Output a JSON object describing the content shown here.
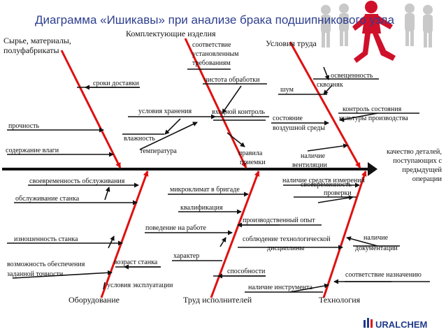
{
  "title": "Диаграмма «Ишикавы» при анализе брака подшипникового узла",
  "effect": [
    "качество деталей,",
    "поступающих с",
    "предыдущей",
    "операции"
  ],
  "categories": {
    "materials": [
      "Сырье, материалы,",
      "полуфабрикаты"
    ],
    "components": "Комплектующие изделия",
    "conditions": "Условия труда",
    "equipment": "Оборудование",
    "labor": "Труд исполнителей",
    "technology": "Технология"
  },
  "causes": {
    "materials": [
      "сроки доставки",
      "прочность",
      "содержание влаги"
    ],
    "components": [
      "соответствие",
      "установленным",
      "требованиям",
      "чистота обработки",
      "условия хранения",
      "входной контроль",
      "влажность",
      "температура",
      "правила",
      "приемки"
    ],
    "conditions": [
      "освещенность",
      "сквозняк",
      "шум",
      "контроль состояния",
      "культуры производства",
      "состояние",
      "воздушной среды",
      "наличие",
      "вентиляции"
    ],
    "equipment": [
      "своевременность обслуживания",
      "обслуживание станка",
      "изношенность станка",
      "возраст станка",
      "возможность обеспечения",
      "заданной точности",
      "условия эксплуатации"
    ],
    "labor": [
      "микроклимат в бригаде",
      "квалификация",
      "поведение на работе",
      "производственный опыт",
      "характер",
      "способности"
    ],
    "technology": [
      "наличие средств измерений",
      "своевременность",
      "проверки",
      "соблюдение технологической",
      "дисциплины",
      "наличие",
      "документации",
      "соответствие назначению",
      "наличие инструмента"
    ]
  },
  "logo": "URALCHEM",
  "colors": {
    "spine": "#111111",
    "arrow": "#e01010",
    "title": "#2e3f8f",
    "logo": "#1f3a8c"
  }
}
